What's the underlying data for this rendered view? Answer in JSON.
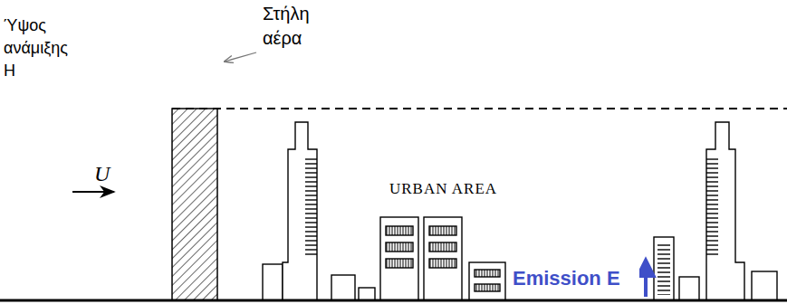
{
  "diagram": {
    "labels": [
      "Ύψος ανάμιξης H",
      "Στήλη αέρα",
      "U",
      "URBAN AREA",
      "Emission E"
    ]
  }
}
